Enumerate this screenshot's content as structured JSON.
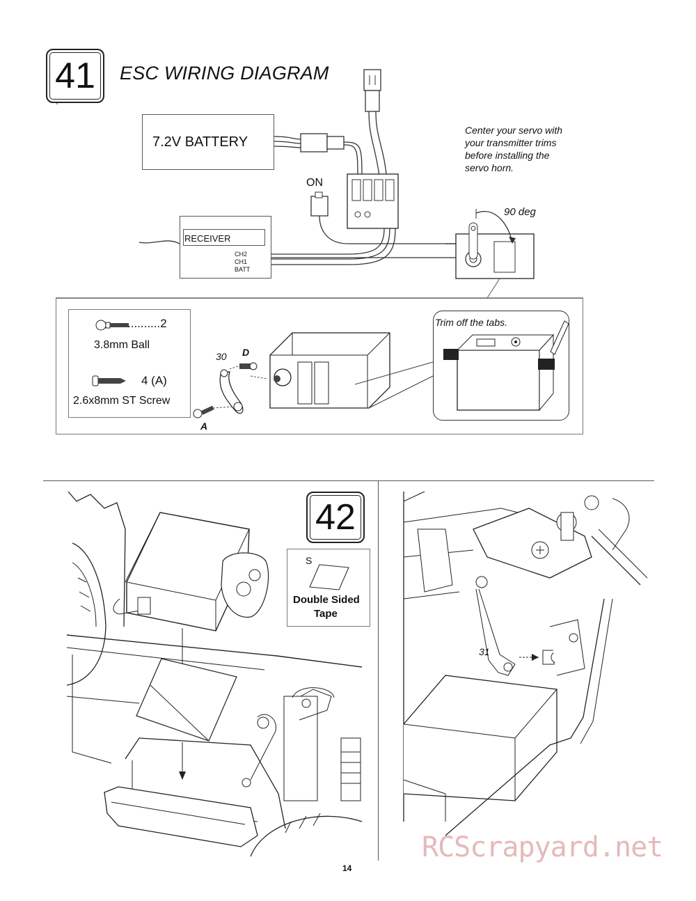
{
  "step41": {
    "number": "41",
    "title": "ESC WIRING DIAGRAM",
    "battery_label": "7.2V BATTERY",
    "on_label": "ON",
    "receiver_label": "RECEIVER",
    "channels": [
      "CH2",
      "CH1",
      "BATT"
    ],
    "center_note": [
      "Center your servo with",
      "your transmitter trims",
      "before installing the",
      "servo horn."
    ],
    "angle_label": "90 deg",
    "parts": [
      {
        "qty": "..........2",
        "name": "3.8mm Ball"
      },
      {
        "qty": "4 (A)",
        "name": "2.6x8mm ST Screw"
      }
    ],
    "callouts": {
      "part30": "30",
      "partD": "D",
      "partA": "A"
    },
    "trim_note": "Trim off the tabs."
  },
  "step42": {
    "number": "42",
    "tape_code": "S",
    "tape_label": [
      "Double Sided",
      "Tape"
    ],
    "callout_31": "31"
  },
  "page_number": "14",
  "watermark": "RCScrapyard.net"
}
